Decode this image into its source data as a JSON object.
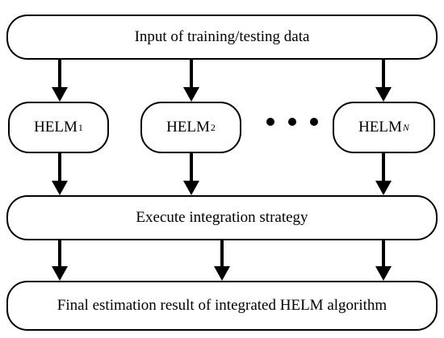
{
  "diagram": {
    "input_box": {
      "label": "Input of training/testing data"
    },
    "nodes": [
      {
        "base": "HELM",
        "sub": "1",
        "sub_italic": false
      },
      {
        "base": "HELM",
        "sub": "2",
        "sub_italic": false
      },
      {
        "base": "HELM",
        "sub": "N",
        "sub_italic": true
      }
    ],
    "integration_box": {
      "label": "Execute integration strategy"
    },
    "result_box": {
      "label": "Final estimation result of integrated HELM algorithm"
    },
    "ellipsis": "• • •"
  },
  "colors": {
    "stroke": "#000000",
    "fill": "#ffffff"
  }
}
